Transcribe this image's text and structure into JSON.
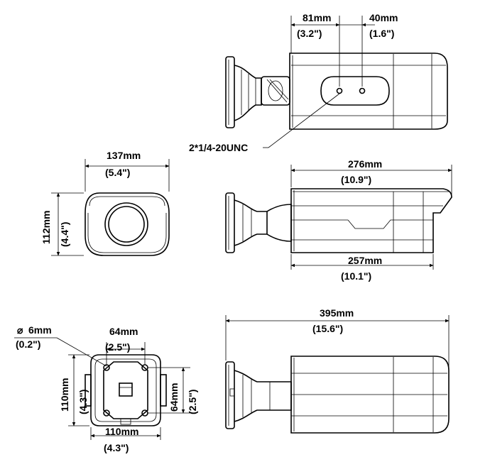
{
  "dimensions": {
    "top_view": {
      "left_offset": {
        "mm": "81mm",
        "inch": "(3.2\")"
      },
      "right_offset": {
        "mm": "40mm",
        "inch": "(1.6\")"
      },
      "thread_label": "2*1/4-20UNC"
    },
    "front_view": {
      "width": {
        "mm": "137mm",
        "inch": "(5.4\")"
      },
      "height": {
        "mm": "112mm",
        "inch": "(4.4\")"
      }
    },
    "side_view": {
      "shroud_length": {
        "mm": "276mm",
        "inch": "(10.9\")"
      },
      "body_length": {
        "mm": "257mm",
        "inch": "(10.1\")"
      }
    },
    "mount_view": {
      "hole_diameter": {
        "mm": "6mm",
        "inch": "(0.2\")",
        "symbol": "⌀"
      },
      "hole_spacing_h": {
        "mm": "64mm",
        "inch": "(2.5\")"
      },
      "hole_spacing_v": {
        "mm": "64mm",
        "inch": "(2.5\")"
      },
      "base_width": {
        "mm": "110mm",
        "inch": "(4.3\")"
      },
      "base_height": {
        "mm": "110mm",
        "inch": "(4.3\")"
      }
    },
    "bottom_view": {
      "total_length": {
        "mm": "395mm",
        "inch": "(15.6\")"
      }
    }
  }
}
